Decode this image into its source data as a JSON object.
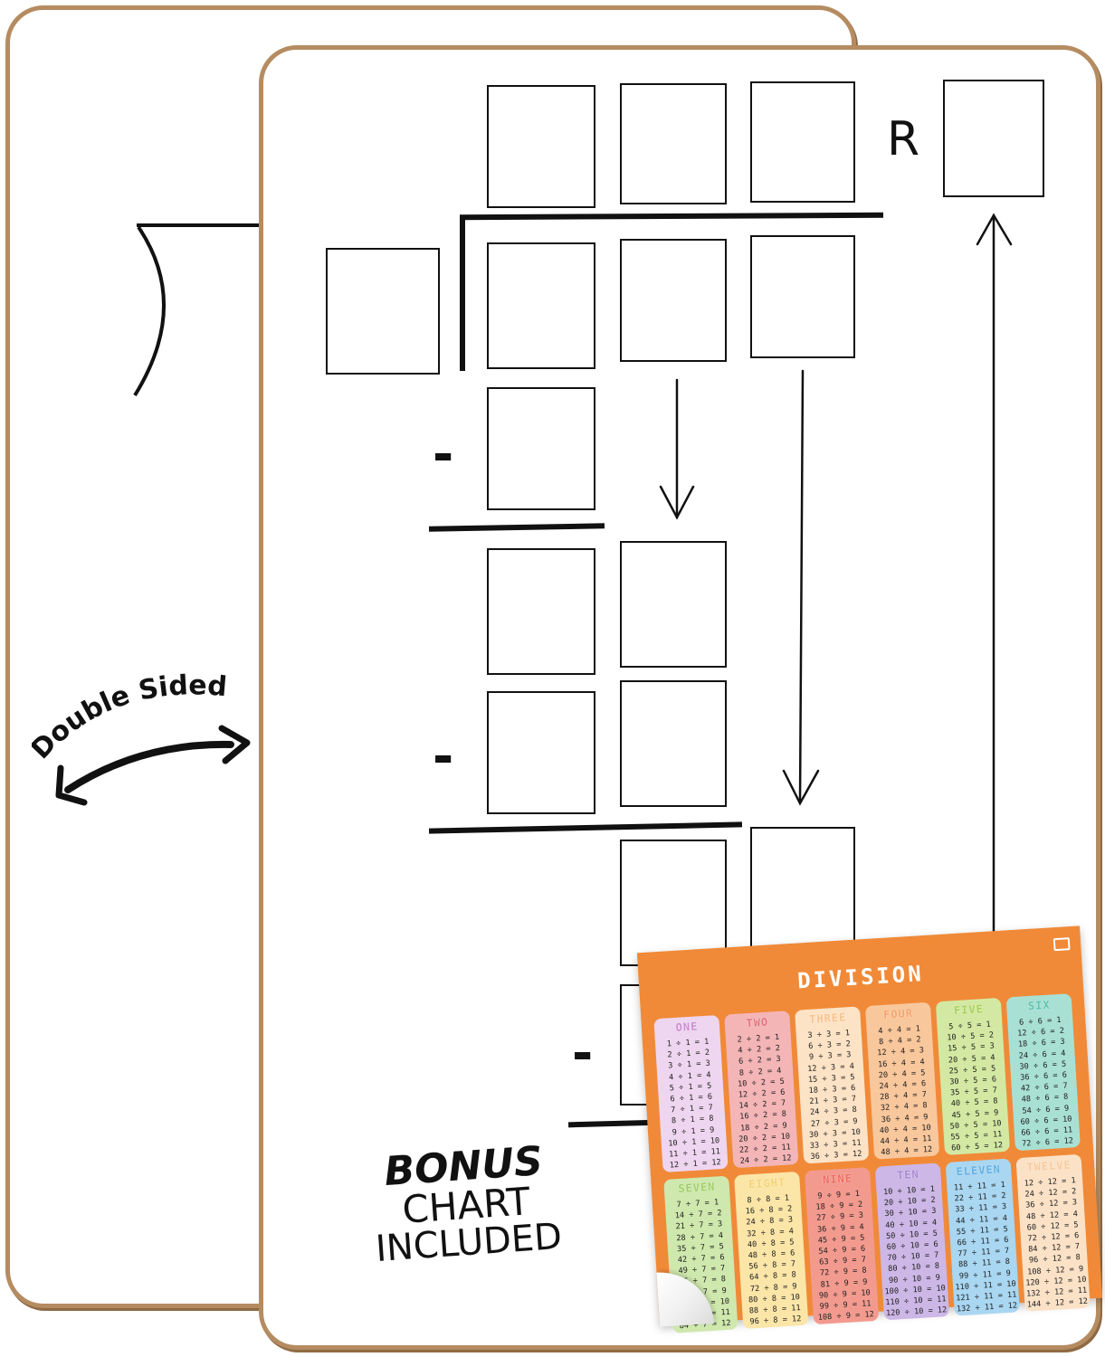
{
  "front_board": {
    "remainder_label": "R",
    "minus_signs": [
      "-",
      "-",
      "-"
    ]
  },
  "double_sided_label": "Double Sided",
  "bonus_label": {
    "line1": "BONUS",
    "line2": "CHART",
    "line3": "INCLUDED"
  },
  "colors": {
    "board_edge": "#b58c61",
    "chart_background": "#f08a38"
  },
  "division_chart": {
    "title": "DIVISION",
    "cards": [
      {
        "name": "ONE",
        "head": "#c98fd1",
        "bg": "#efd6f0",
        "rows": [
          "1 ÷ 1 = 1",
          "2 ÷ 1 = 2",
          "3 ÷ 1 = 3",
          "4 ÷ 1 = 4",
          "5 ÷ 1 = 5",
          "6 ÷ 1 = 6",
          "7 ÷ 1 = 7",
          "8 ÷ 1 = 8",
          "9 ÷ 1 = 9",
          "10 ÷ 1 = 10",
          "11 ÷ 1 = 11",
          "12 ÷ 1 = 12"
        ]
      },
      {
        "name": "TWO",
        "head": "#e2737b",
        "bg": "#f4b5b7",
        "rows": [
          "2 ÷ 2 = 1",
          "4 ÷ 2 = 2",
          "6 ÷ 2 = 3",
          "8 ÷ 2 = 4",
          "10 ÷ 2 = 5",
          "12 ÷ 2 = 6",
          "14 ÷ 2 = 7",
          "16 ÷ 2 = 8",
          "18 ÷ 2 = 9",
          "20 ÷ 2 = 10",
          "22 ÷ 2 = 11",
          "24 ÷ 2 = 12"
        ]
      },
      {
        "name": "THREE",
        "head": "#f7c28c",
        "bg": "#fde3c6",
        "rows": [
          "3 ÷ 3 = 1",
          "6 ÷ 3 = 2",
          "9 ÷ 3 = 3",
          "12 ÷ 3 = 4",
          "15 ÷ 3 = 5",
          "18 ÷ 3 = 6",
          "21 ÷ 3 = 7",
          "24 ÷ 3 = 8",
          "27 ÷ 3 = 9",
          "30 ÷ 3 = 10",
          "33 ÷ 3 = 11",
          "36 ÷ 3 = 12"
        ]
      },
      {
        "name": "FOUR",
        "head": "#f3a36a",
        "bg": "#f9c79c",
        "rows": [
          "4 ÷ 4 = 1",
          "8 ÷ 4 = 2",
          "12 ÷ 4 = 3",
          "16 ÷ 4 = 4",
          "20 ÷ 4 = 5",
          "24 ÷ 4 = 6",
          "28 ÷ 4 = 7",
          "32 ÷ 4 = 8",
          "36 ÷ 4 = 9",
          "40 ÷ 4 = 10",
          "44 ÷ 4 = 11",
          "48 ÷ 4 = 12"
        ]
      },
      {
        "name": "FIVE",
        "head": "#a9cf5a",
        "bg": "#d3e9a3",
        "rows": [
          "5 ÷ 5 = 1",
          "10 ÷ 5 = 2",
          "15 ÷ 5 = 3",
          "20 ÷ 5 = 4",
          "25 ÷ 5 = 5",
          "30 ÷ 5 = 6",
          "35 ÷ 5 = 7",
          "40 ÷ 5 = 8",
          "45 ÷ 5 = 9",
          "50 ÷ 5 = 10",
          "55 ÷ 5 = 11",
          "60 ÷ 5 = 12"
        ]
      },
      {
        "name": "SIX",
        "head": "#5cc3b0",
        "bg": "#a9e0d4",
        "rows": [
          "6 ÷ 6 = 1",
          "12 ÷ 6 = 2",
          "18 ÷ 6 = 3",
          "24 ÷ 6 = 4",
          "30 ÷ 6 = 5",
          "36 ÷ 6 = 6",
          "42 ÷ 6 = 7",
          "48 ÷ 6 = 8",
          "54 ÷ 6 = 9",
          "60 ÷ 6 = 10",
          "66 ÷ 6 = 11",
          "72 ÷ 6 = 12"
        ]
      },
      {
        "name": "SEVEN",
        "head": "#9fcf6a",
        "bg": "#cfe8ad",
        "rows": [
          "7 ÷ 7 = 1",
          "14 ÷ 7 = 2",
          "21 ÷ 7 = 3",
          "28 ÷ 7 = 4",
          "35 ÷ 7 = 5",
          "42 ÷ 7 = 6",
          "49 ÷ 7 = 7",
          "56 ÷ 7 = 8",
          "63 ÷ 7 = 9",
          "70 ÷ 7 = 10",
          "77 ÷ 7 = 11",
          "84 ÷ 7 = 12"
        ]
      },
      {
        "name": "EIGHT",
        "head": "#f5d272",
        "bg": "#fbe6a8",
        "rows": [
          "8 ÷ 8 = 1",
          "16 ÷ 8 = 2",
          "24 ÷ 8 = 3",
          "32 ÷ 8 = 4",
          "40 ÷ 8 = 5",
          "48 ÷ 8 = 6",
          "56 ÷ 8 = 7",
          "64 ÷ 8 = 8",
          "72 ÷ 8 = 9",
          "80 ÷ 8 = 10",
          "88 ÷ 8 = 11",
          "96 ÷ 8 = 12"
        ]
      },
      {
        "name": "NINE",
        "head": "#ee6a5e",
        "bg": "#f39a8f",
        "rows": [
          "9 ÷ 9 = 1",
          "18 ÷ 9 = 2",
          "27 ÷ 9 = 3",
          "36 ÷ 9 = 4",
          "45 ÷ 9 = 5",
          "54 ÷ 9 = 6",
          "63 ÷ 9 = 7",
          "72 ÷ 9 = 8",
          "81 ÷ 9 = 9",
          "90 ÷ 9 = 10",
          "99 ÷ 9 = 11",
          "108 ÷ 9 = 12"
        ]
      },
      {
        "name": "TEN",
        "head": "#a889d1",
        "bg": "#cdb7e6",
        "rows": [
          "10 ÷ 10 = 1",
          "20 ÷ 10 = 2",
          "30 ÷ 10 = 3",
          "40 ÷ 10 = 4",
          "50 ÷ 10 = 5",
          "60 ÷ 10 = 6",
          "70 ÷ 10 = 7",
          "80 ÷ 10 = 8",
          "90 ÷ 10 = 9",
          "100 ÷ 10 = 10",
          "110 ÷ 10 = 11",
          "120 ÷ 10 = 12"
        ]
      },
      {
        "name": "ELEVEN",
        "head": "#5fb0e3",
        "bg": "#a9d6f1",
        "rows": [
          "11 ÷ 11 = 1",
          "22 ÷ 11 = 2",
          "33 ÷ 11 = 3",
          "44 ÷ 11 = 4",
          "55 ÷ 11 = 5",
          "66 ÷ 11 = 6",
          "77 ÷ 11 = 7",
          "88 ÷ 11 = 8",
          "99 ÷ 11 = 9",
          "110 ÷ 11 = 10",
          "121 ÷ 11 = 11",
          "132 ÷ 11 = 12"
        ]
      },
      {
        "name": "TWELVE",
        "head": "#f6c99a",
        "bg": "#fbe2c7",
        "rows": [
          "12 ÷ 12 = 1",
          "24 ÷ 12 = 2",
          "36 ÷ 12 = 3",
          "48 ÷ 12 = 4",
          "60 ÷ 12 = 5",
          "72 ÷ 12 = 6",
          "84 ÷ 12 = 7",
          "96 ÷ 12 = 8",
          "108 ÷ 12 = 9",
          "120 ÷ 12 = 10",
          "132 ÷ 12 = 11",
          "144 ÷ 12 = 12"
        ]
      }
    ]
  }
}
